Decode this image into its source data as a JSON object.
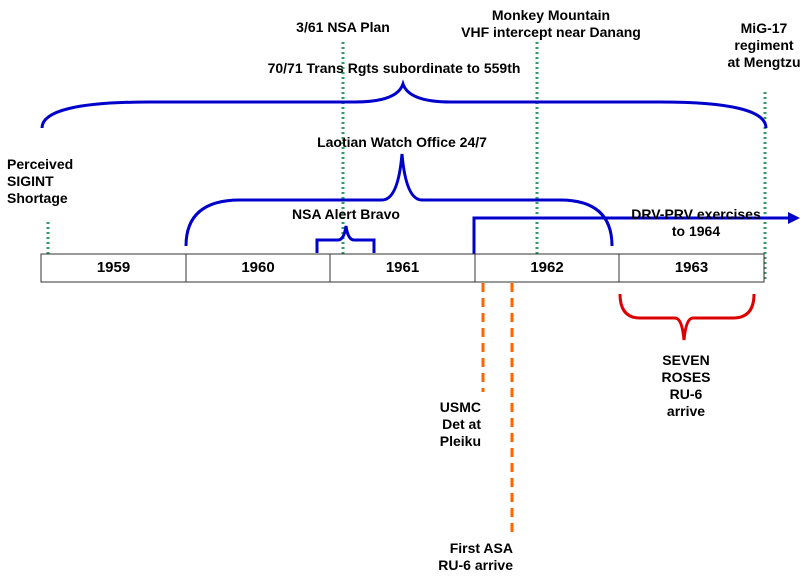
{
  "timeline": {
    "years": [
      "1959",
      "1960",
      "1961",
      "1962",
      "1963"
    ]
  },
  "labels": {
    "nsa_plan": "3/61 NSA Plan",
    "monkey_mountain_1": "Monkey Mountain",
    "monkey_mountain_2": "VHF intercept near Danang",
    "mig17_1": "MiG-17",
    "mig17_2": "regiment",
    "mig17_3": "at Mengtzu",
    "trans_rgts": "70/71 Trans Rgts subordinate to 559th",
    "perceived_1": "Perceived",
    "perceived_2": "SIGINT",
    "perceived_3": "Shortage",
    "laotian": "Laotian Watch Office 24/7",
    "alert_bravo": "NSA Alert Bravo",
    "drv_prv_1": "DRV-PRV exercises",
    "drv_prv_2": "to 1964",
    "seven_roses_1": "SEVEN",
    "seven_roses_2": "ROSES",
    "seven_roses_3": "RU-6",
    "seven_roses_4": "arrive",
    "usmc_1": "USMC",
    "usmc_2": "Det at",
    "usmc_3": "Pleiku",
    "first_asa_1": "First ASA",
    "first_asa_2": "RU-6 arrive"
  },
  "colors": {
    "bracket_blue": "#0000cc",
    "marker_green": "#339966",
    "dash_orange": "#ff6600",
    "bracket_red": "#dd0000",
    "text": "#000000"
  }
}
